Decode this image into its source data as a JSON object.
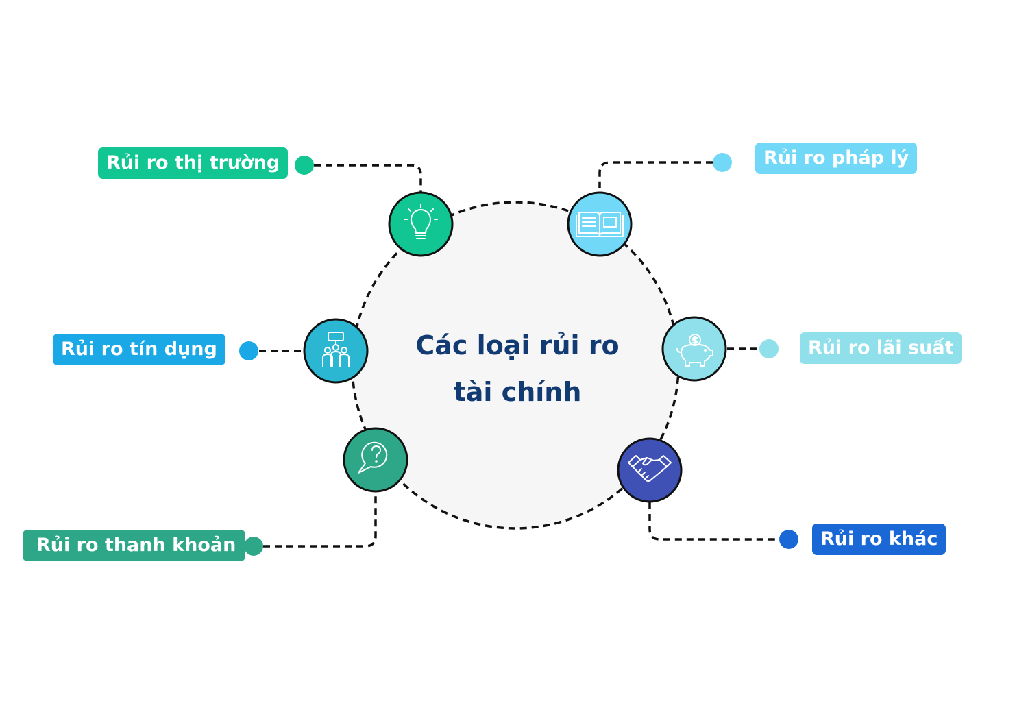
{
  "title_lines": [
    "Các loại rủi ro",
    "tài chính"
  ],
  "nodes": [
    {
      "label": "Rủi ro thị trường",
      "icon": "lightbulb-icon",
      "color": "#12c693"
    },
    {
      "label": "Rủi ro pháp lý",
      "icon": "open-book-icon",
      "color": "#71d8f7"
    },
    {
      "label": "Rủi ro tín dụng",
      "icon": "people-network-icon",
      "color": "#1aa9e6"
    },
    {
      "label": "Rủi ro lãi suất",
      "icon": "piggy-bank-icon",
      "color": "#8fe0ea"
    },
    {
      "label": "Rủi ro thanh khoản",
      "icon": "question-bubble-icon",
      "color": "#2ea789"
    },
    {
      "label": "Rủi ro khác",
      "icon": "handshake-icon",
      "color": "#3f51b5"
    }
  ],
  "colors": {
    "title": "#123a73",
    "center_fill": "#f6f6f6",
    "connector": "#111111"
  }
}
